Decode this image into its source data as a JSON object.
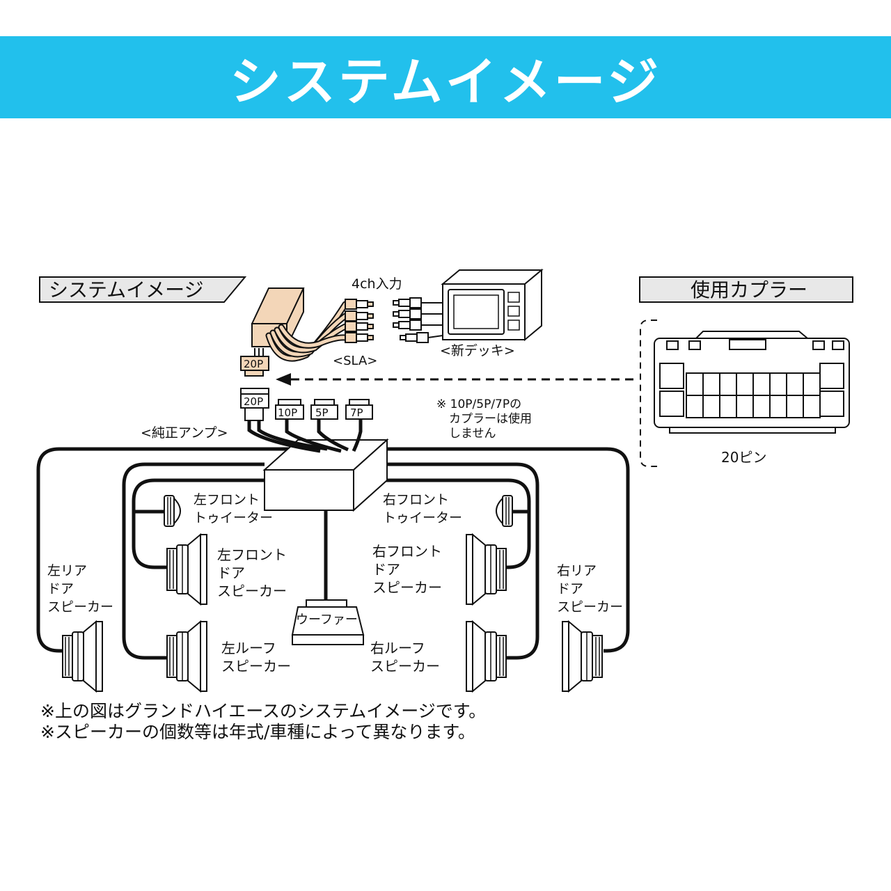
{
  "header": {
    "title": "システムイメージ"
  },
  "section_labels": {
    "system_image": "システムイメージ",
    "coupler_used": "使用カプラー"
  },
  "connectors": {
    "p20_top": "20P",
    "p20_bottom": "20P",
    "p10": "10P",
    "p5": "5P",
    "p7": "7P"
  },
  "labels": {
    "input_4ch": "4ch入力",
    "sla": "<SLA>",
    "new_deck": "<新デッキ>",
    "oem_amp": "<純正アンプ>",
    "note_unused_line1": "※ 10P/5P/7Pの",
    "note_unused_line2": "カプラーは使用",
    "note_unused_line3": "しません",
    "pin_count": "20ピン"
  },
  "speakers": {
    "left_front_tweeter_1": "左フロント",
    "left_front_tweeter_2": "トゥイーター",
    "right_front_tweeter_1": "右フロント",
    "right_front_tweeter_2": "トゥイーター",
    "left_front_door_1": "左フロント",
    "left_front_door_2": "ドア",
    "left_front_door_3": "スピーカー",
    "right_front_door_1": "右フロント",
    "right_front_door_2": "ドア",
    "right_front_door_3": "スピーカー",
    "left_rear_door_1": "左リア",
    "left_rear_door_2": "ドア",
    "left_rear_door_3": "スピーカー",
    "right_rear_door_1": "右リア",
    "right_rear_door_2": "ドア",
    "right_rear_door_3": "スピーカー",
    "woofer": "ウーファー",
    "left_roof_1": "左ルーフ",
    "left_roof_2": "スピーカー",
    "right_roof_1": "右ルーフ",
    "right_roof_2": "スピーカー"
  },
  "footnotes": {
    "line1": "※上の図はグランドハイエースのシステムイメージです。",
    "line2": "※スピーカーの個数等は年式/車種によって異なります。"
  },
  "colors": {
    "banner": "#22c0ec",
    "sla_body": "#f3d6b8",
    "label_bg": "#e8e8e8"
  }
}
